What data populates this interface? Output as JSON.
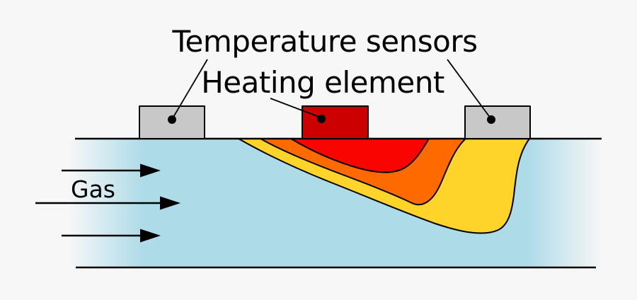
{
  "labels": {
    "temperature_sensors": "Temperature sensors",
    "heating_element": "Heating element",
    "gas": "Gas"
  },
  "colors": {
    "background": "#f7f7f7",
    "gas_fill": "#aedbe8",
    "plume_outer_yellow": "#ffd42a",
    "plume_mid_orange": "#ff6a00",
    "plume_core_red": "#fa0400",
    "heater_fill": "#cc0000",
    "sensor_fill": "#c8c8c8"
  }
}
